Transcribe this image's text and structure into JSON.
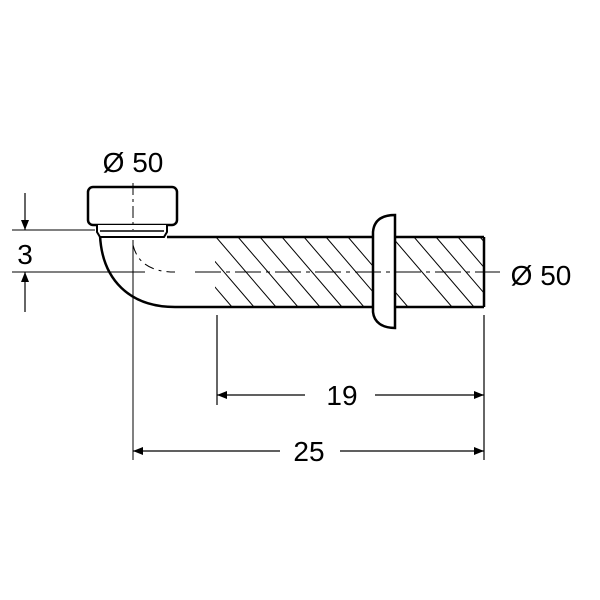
{
  "drawing": {
    "top_diameter_label": "Ø 50",
    "right_diameter_label": "Ø 50",
    "offset_dimension": "3",
    "inner_length_dimension": "19",
    "overall_length_dimension": "25"
  },
  "colors": {
    "line": "#000000",
    "background": "#ffffff"
  }
}
